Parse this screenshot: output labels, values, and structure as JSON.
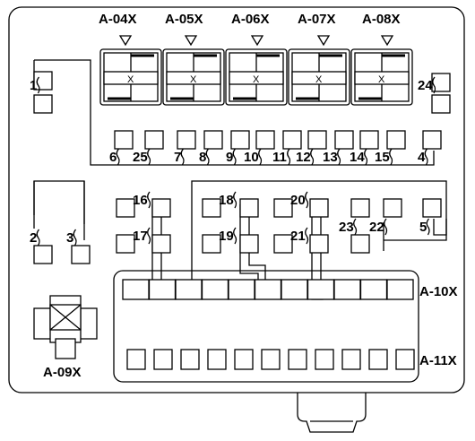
{
  "connectors_top": [
    "A-04X",
    "A-05X",
    "A-06X",
    "A-07X",
    "A-08X"
  ],
  "connector_bottom_left": "A-09X",
  "connector_row_upper": "A-10X",
  "connector_row_lower": "A-11X",
  "cross_mark": "X",
  "fuse_labels": {
    "f1": "1",
    "f2": "2",
    "f3": "3",
    "f4": "4",
    "f5": "5",
    "f6": "6",
    "f7": "7",
    "f8": "8",
    "f9": "9",
    "f10": "10",
    "f11": "11",
    "f12": "12",
    "f13": "13",
    "f14": "14",
    "f15": "15",
    "f16": "16",
    "f17": "17",
    "f18": "18",
    "f19": "19",
    "f20": "20",
    "f21": "21",
    "f22": "22",
    "f23": "23",
    "f24": "24",
    "f25": "25"
  }
}
